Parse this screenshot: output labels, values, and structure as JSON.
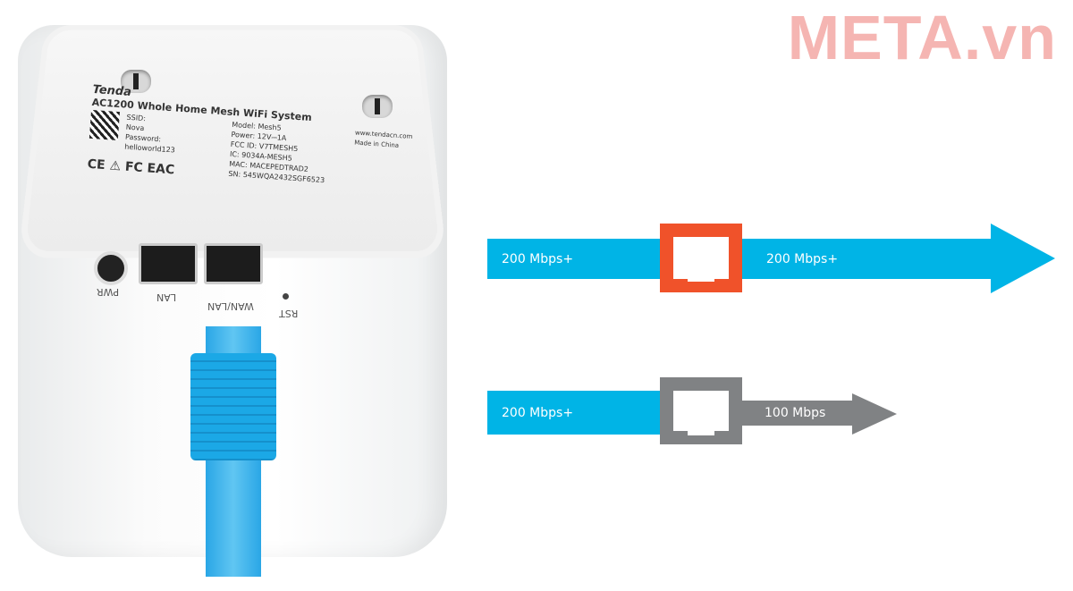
{
  "watermark": "META.vn",
  "device": {
    "label": {
      "brand": "Tenda",
      "title": "AC1200 Whole Home Mesh WiFi System",
      "website": "www.tendacn.com",
      "made_in": "Made in China",
      "ssid_label": "SSID:",
      "ssid": "Nova",
      "password_label": "Password:",
      "password": "helloworld123",
      "model": "Model: Mesh5",
      "power": "Power: 12V⎓1A",
      "fcc": "FCC ID: V7TMESH5",
      "ic": "IC: 9034A-MESH5",
      "mac": "MAC: MACEPEDTRAD2",
      "sn": "SN: 545WQA2432SGF6523"
    },
    "ports": {
      "pwr": "PWR",
      "lan": "LAN",
      "wan": "WAN/LAN",
      "rst": "RST"
    }
  },
  "diagram": {
    "colors": {
      "blue": "#00b4e6",
      "orange": "#f0522a",
      "gray": "#808284"
    },
    "top": {
      "in": "200 Mbps+",
      "out": "200 Mbps+",
      "port_icon": "ethernet-port-icon"
    },
    "bottom": {
      "in": "200 Mbps+",
      "out": "100 Mbps",
      "port_icon": "ethernet-port-icon"
    }
  }
}
